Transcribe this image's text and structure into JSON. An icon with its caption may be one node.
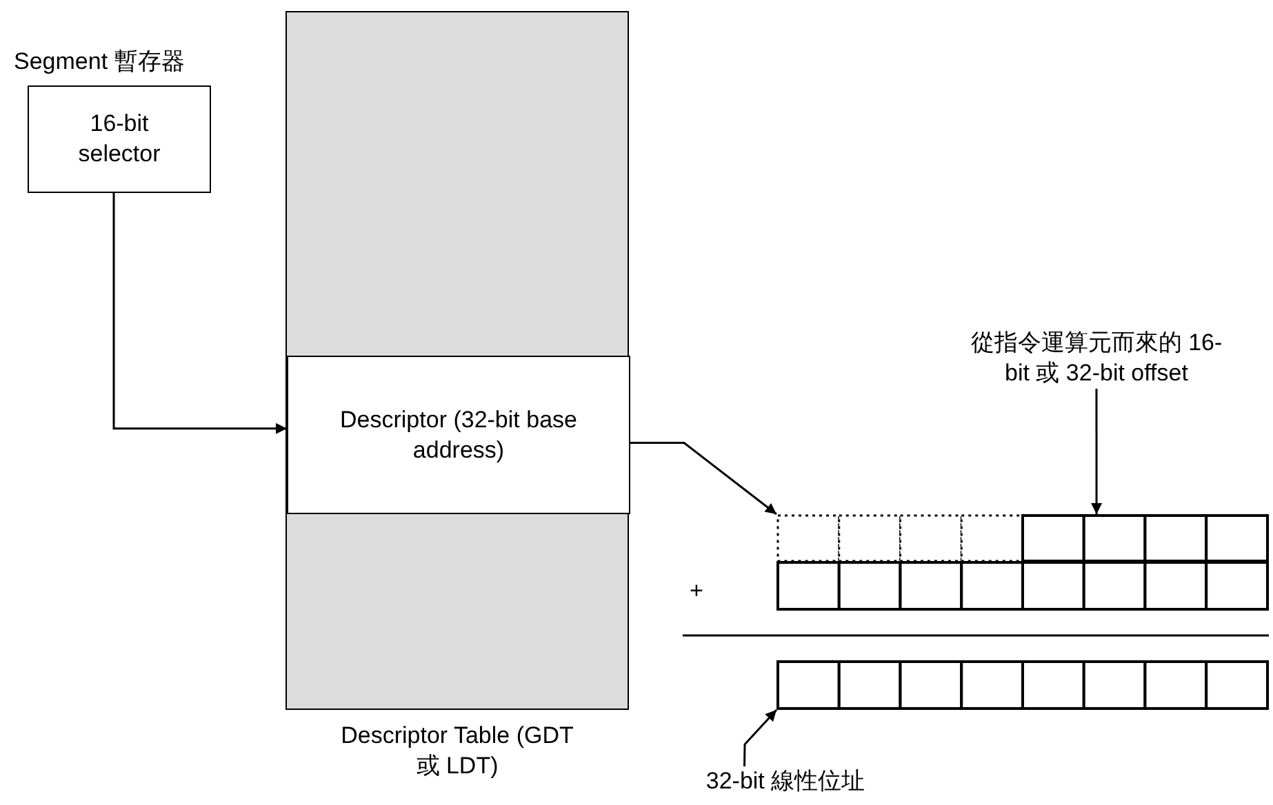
{
  "diagram": {
    "nodes": [
      {
        "text": [
          "Segment 暫存器",
          "16-bit selector"
        ]
      },
      {
        "text": [
          "Descriptor Table (GDT 或 LDT)"
        ]
      },
      {
        "text": [
          "Descriptor (32-bit base address)"
        ],
        "in": 1
      },
      {
        "text": [
          "從指令運算元而來的 16-bit 或 32-bit offset"
        ]
      },
      {
        "text": [],
        "shape": "bar"
      },
      {
        "text": [],
        "shape": "bar"
      },
      {
        "text": [],
        "shape": "bar"
      },
      {
        "text": [
          "32-bit 線性位址"
        ]
      }
    ],
    "edges": [
      {
        "from": 0,
        "to": 2,
        "arrow": "to"
      },
      {
        "from": 2,
        "to": 4,
        "arrow": "to"
      },
      {
        "from": 3,
        "to": 4,
        "arrow": "to"
      },
      {
        "from": 7,
        "to": 6,
        "arrow": "to"
      }
    ],
    "labels": [
      "+"
    ]
  }
}
